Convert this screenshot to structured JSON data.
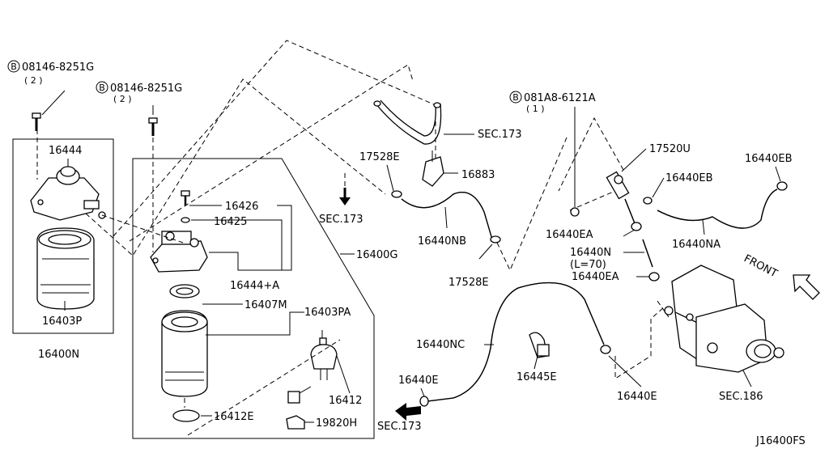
{
  "diagram": {
    "code": "J16400FS",
    "front_label": "FRONT",
    "bolts": [
      {
        "b": "B",
        "part": "08146-8251G",
        "qty": "( 2 )"
      },
      {
        "b": "B",
        "part": "08146-8251G",
        "qty": "( 2 )"
      },
      {
        "b": "B",
        "part": "081A8-6121A",
        "qty": "( 1 )"
      }
    ],
    "labels": {
      "l16444": "16444",
      "l16403P": "16403P",
      "l16400N": "16400N",
      "l16426": "16426",
      "l16425": "16425",
      "l16444A": "16444+A",
      "l16400G": "16400G",
      "lsec173a": "SEC.173",
      "l16407M": "16407M",
      "l16403PA": "16403PA",
      "l16412": "16412",
      "l16412E": "16412E",
      "l19820H": "19820H",
      "lsec173b": "SEC.173",
      "l17528Ea": "17528E",
      "l16883": "16883",
      "l16440NB": "16440NB",
      "l17528Eb": "17528E",
      "lsec173c": "SEC.173",
      "l16440NC": "16440NC",
      "l16440E": "16440E",
      "l16445E": "16445E",
      "l16440Eb": "16440E",
      "l17520U": "17520U",
      "l16440EB": "16440EB",
      "l16440EBb": "16440EB",
      "l16440EA": "16440EA",
      "l16440N": "16440N",
      "lL70": "(L=70)",
      "l16440EAb": "16440EA",
      "l16440NA": "16440NA",
      "lsec186": "SEC.186"
    }
  }
}
